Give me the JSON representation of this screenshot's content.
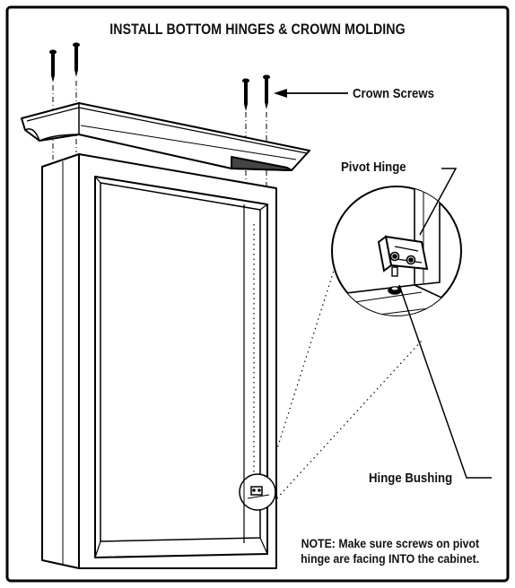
{
  "title": "INSTALL BOTTOM HINGES & CROWN MOLDING",
  "labels": {
    "crown_screws": "Crown Screws",
    "pivot_hinge": "Pivot Hinge",
    "hinge_bushing": "Hinge Bushing"
  },
  "note": {
    "line1": "NOTE: Make sure screws on pivot",
    "line2": "hinge are facing INTO the cabinet."
  }
}
